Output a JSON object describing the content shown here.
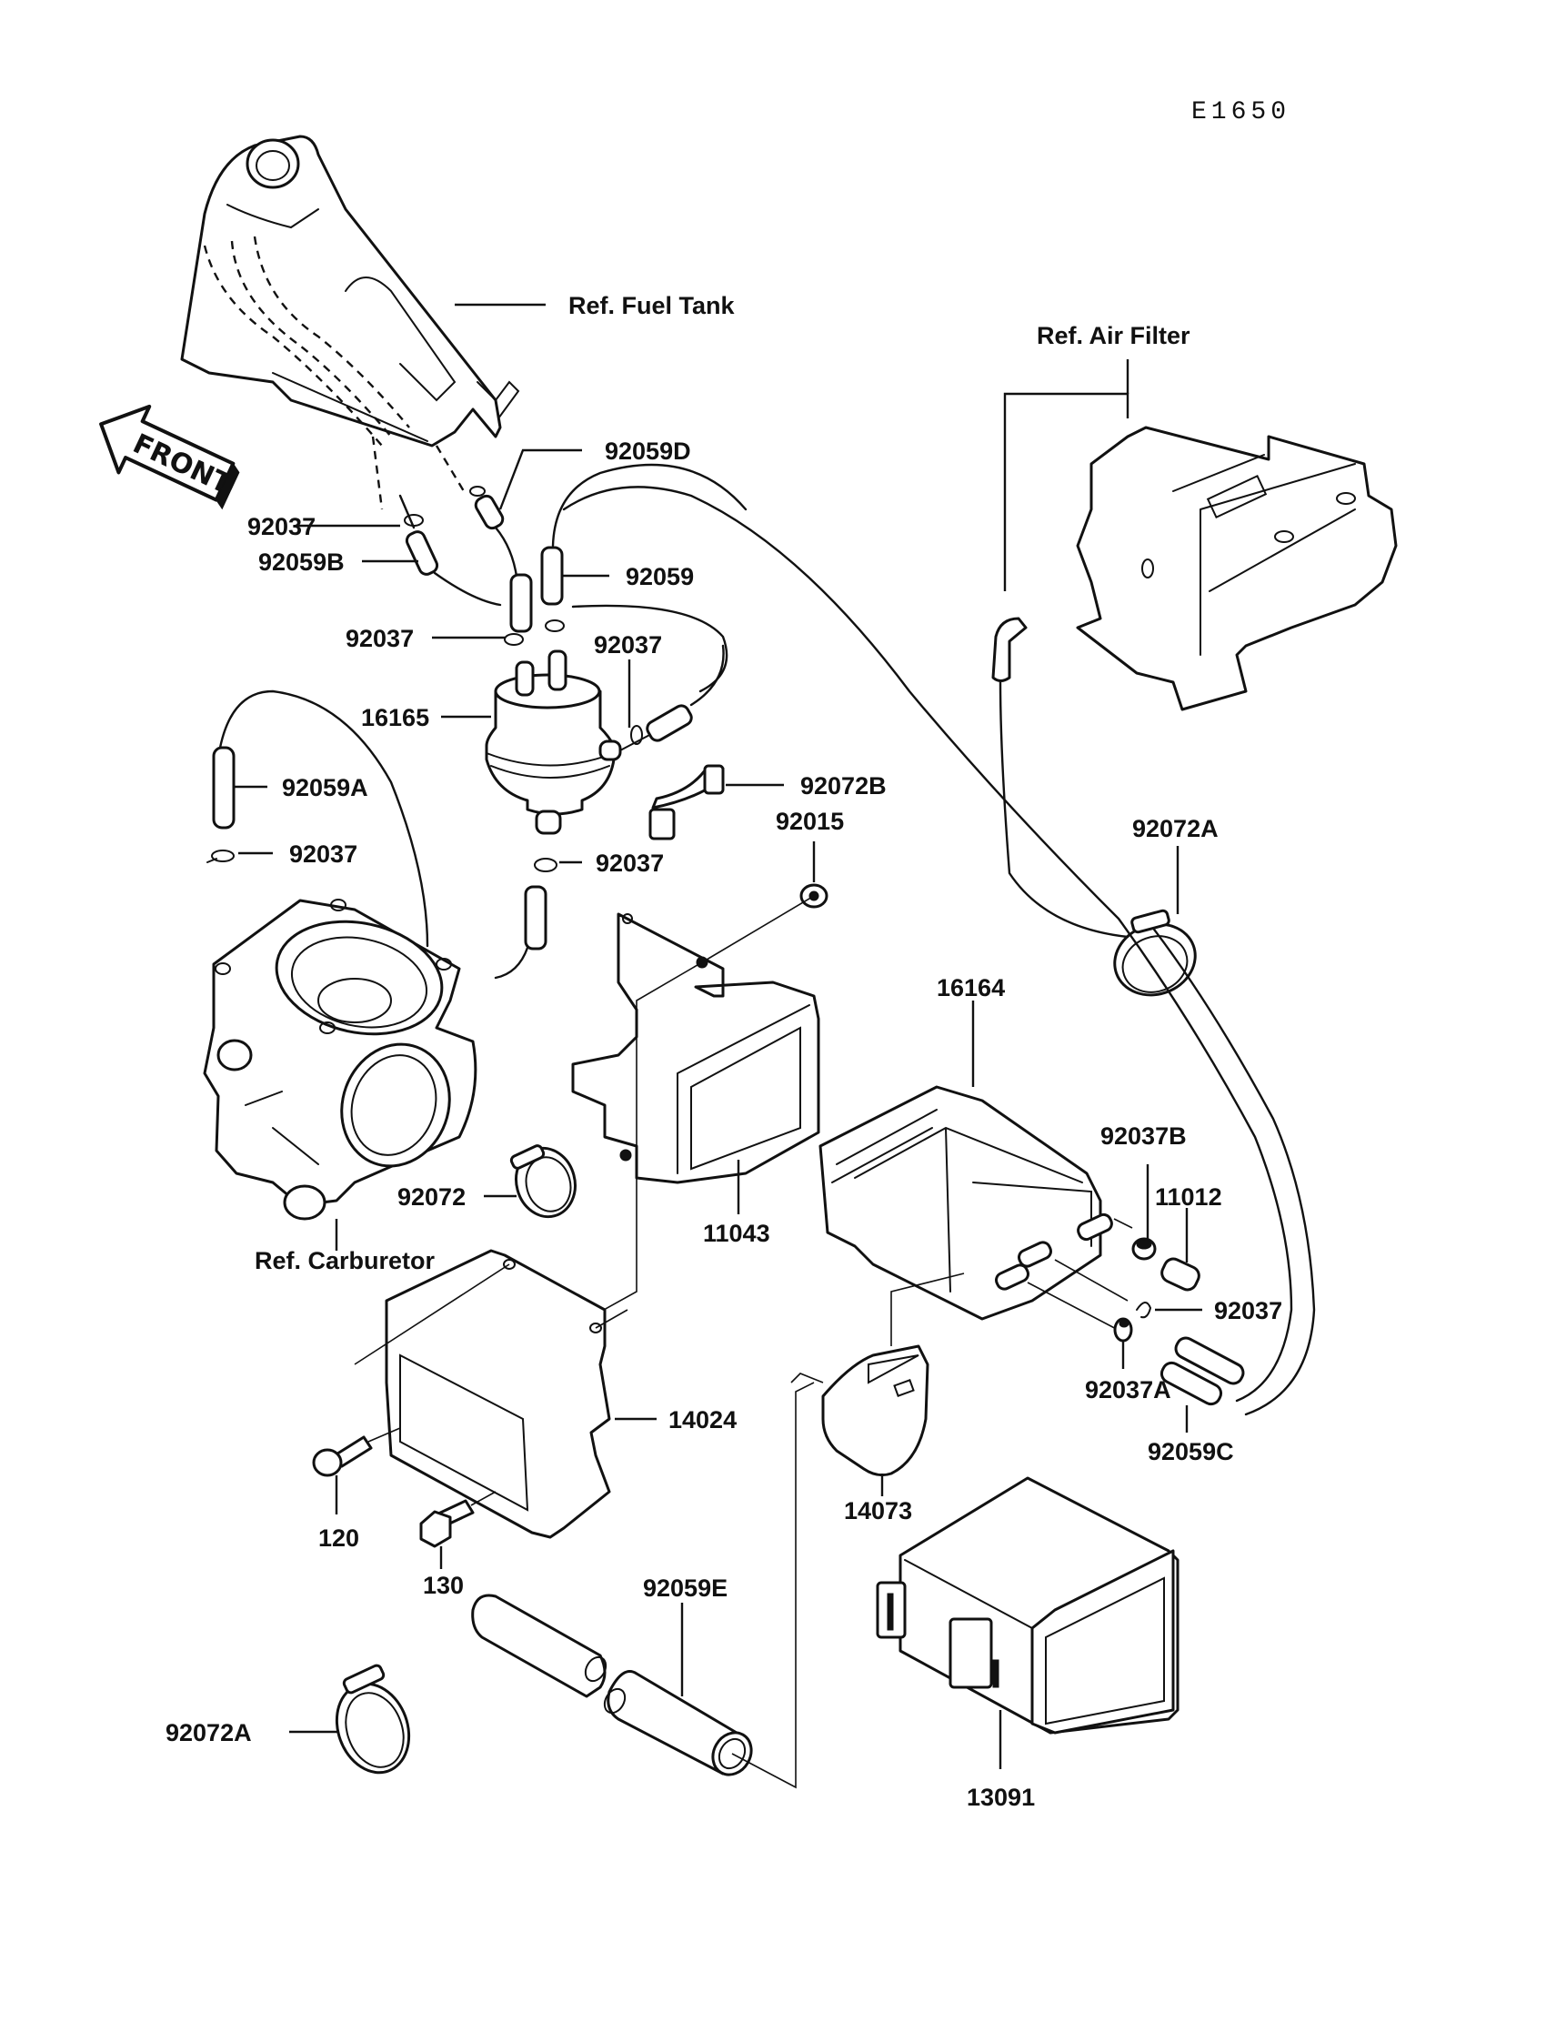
{
  "diagram": {
    "code": "E1650",
    "front_marker": "FRONT",
    "references": {
      "fuel_tank": "Ref. Fuel Tank",
      "air_filter": "Ref. Air Filter",
      "carburetor": "Ref. Carburetor"
    },
    "parts": {
      "p92059D": "92059D",
      "p92037_tank": "92037",
      "p92059B": "92059B",
      "p92059": "92059",
      "p92037_left": "92037",
      "p92037_mid": "92037",
      "p16165": "16165",
      "p92059A": "92059A",
      "p92037_lower_left": "92037",
      "p92037_pump": "92037",
      "p92072B": "92072B",
      "p92015": "92015",
      "p92072A_upper": "92072A",
      "p16164": "16164",
      "p92037B": "92037B",
      "p11012": "11012",
      "p92037_right": "92037",
      "p92037A": "92037A",
      "p92059C": "92059C",
      "p92072": "92072",
      "p11043": "11043",
      "p14024": "14024",
      "p14073": "14073",
      "p120": "120",
      "p130": "130",
      "p92059E": "92059E",
      "p92072A_lower": "92072A",
      "p13091": "13091"
    }
  }
}
